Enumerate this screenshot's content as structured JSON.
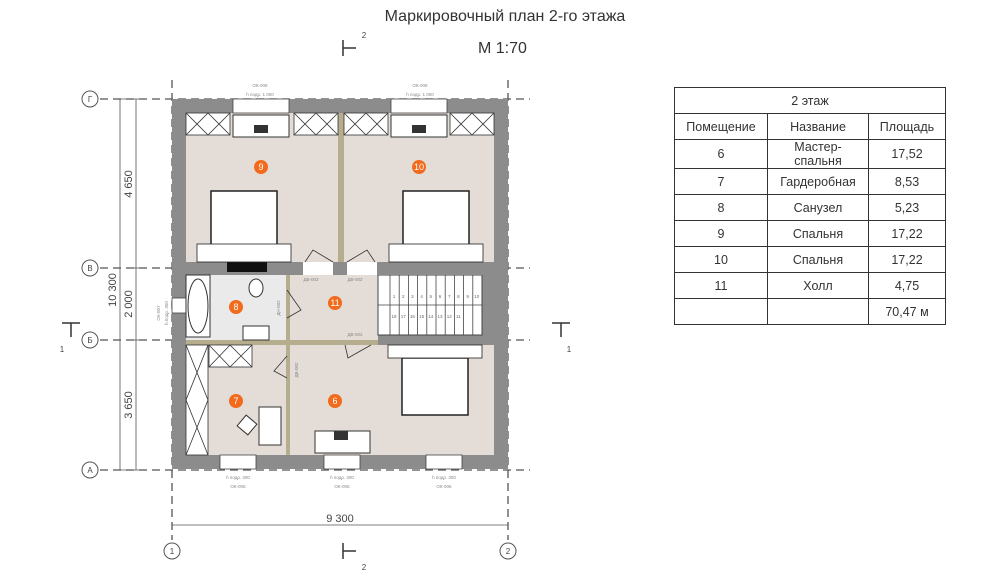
{
  "title": "Маркировочный план 2-го этажа",
  "scale": "М 1:70",
  "plan": {
    "axes_rows": [
      "Г",
      "В",
      "Б",
      "А"
    ],
    "axes_cols": [
      "1",
      "2"
    ],
    "section_mark": "2",
    "section_mark_side": "1",
    "dims_left": [
      "4 650",
      "2 000",
      "3 650"
    ],
    "dim_total_height": "10 300",
    "dim_total_width": "9 300",
    "rooms": [
      "9",
      "10",
      "8",
      "11",
      "7",
      "6"
    ],
    "window_top_code": "ОК-008",
    "window_top_sill": "h подр. 1 000",
    "window_bottom_code": "ОК-006",
    "window_bottom_sill": "h подр. 300",
    "window_left_code": "ОК-007",
    "window_left_sill": "h подр. 350",
    "door_code": "ДВ-002",
    "door_bath_code": "ДН-002",
    "stair_steps_top": [
      "1",
      "2",
      "3",
      "4",
      "5",
      "6",
      "7",
      "8",
      "9",
      "10"
    ],
    "stair_steps_bottom": [
      "18",
      "17",
      "16",
      "15",
      "14",
      "13",
      "12",
      "11"
    ]
  },
  "room_color": "#f26a1b",
  "table": {
    "caption": "2 этаж",
    "headers": [
      "Помещение",
      "Название",
      "Площадь"
    ],
    "rows": [
      [
        "6",
        "Мастер-спальня",
        "17,52"
      ],
      [
        "7",
        "Гардеробная",
        "8,53"
      ],
      [
        "8",
        "Санузел",
        "5,23"
      ],
      [
        "9",
        "Спальня",
        "17,22"
      ],
      [
        "10",
        "Спальня",
        "17,22"
      ],
      [
        "11",
        "Холл",
        "4,75"
      ]
    ],
    "total": "70,47 м"
  }
}
